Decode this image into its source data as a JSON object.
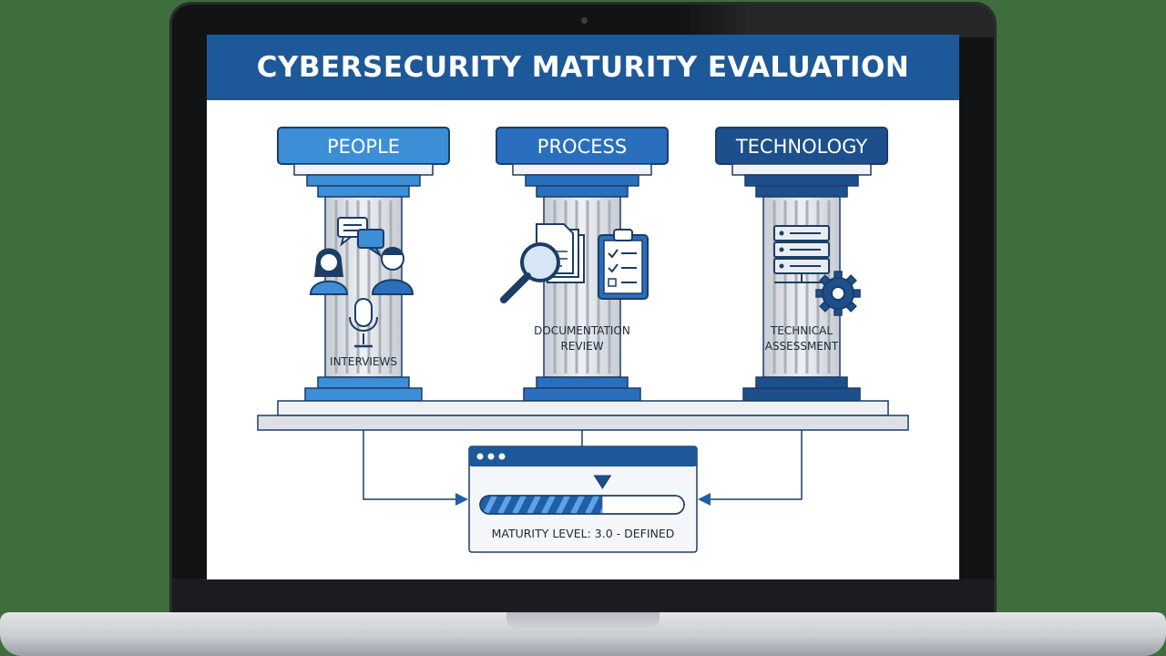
{
  "title": "CYBERSECURITY MATURITY EVALUATION",
  "pillars": [
    {
      "heading": "PEOPLE",
      "caption_lines": [
        "INTERVIEWS"
      ],
      "color": "#3c8fd6"
    },
    {
      "heading": "PROCESS",
      "caption_lines": [
        "DOCUMENTATION",
        "REVIEW"
      ],
      "color": "#2a6fbd"
    },
    {
      "heading": "TECHNOLOGY",
      "caption_lines": [
        "TECHNICAL",
        "ASSESSMENT"
      ],
      "color": "#1d4f8c"
    }
  ],
  "maturity": {
    "label": "MATURITY LEVEL: 3.0 - DEFINED",
    "progress_fraction": 0.6
  },
  "colors": {
    "title_bar": "#1d5898",
    "accent": "#1f5fa8",
    "dark_accent": "#1b4f8c",
    "outline": "#1c3d66"
  },
  "icons": [
    "speech-bubbles-icon",
    "woman-user-icon",
    "man-user-icon",
    "microphone-icon",
    "magnifier-icon",
    "document-stack-icon",
    "clipboard-checklist-icon",
    "server-rack-icon",
    "gear-icon"
  ]
}
